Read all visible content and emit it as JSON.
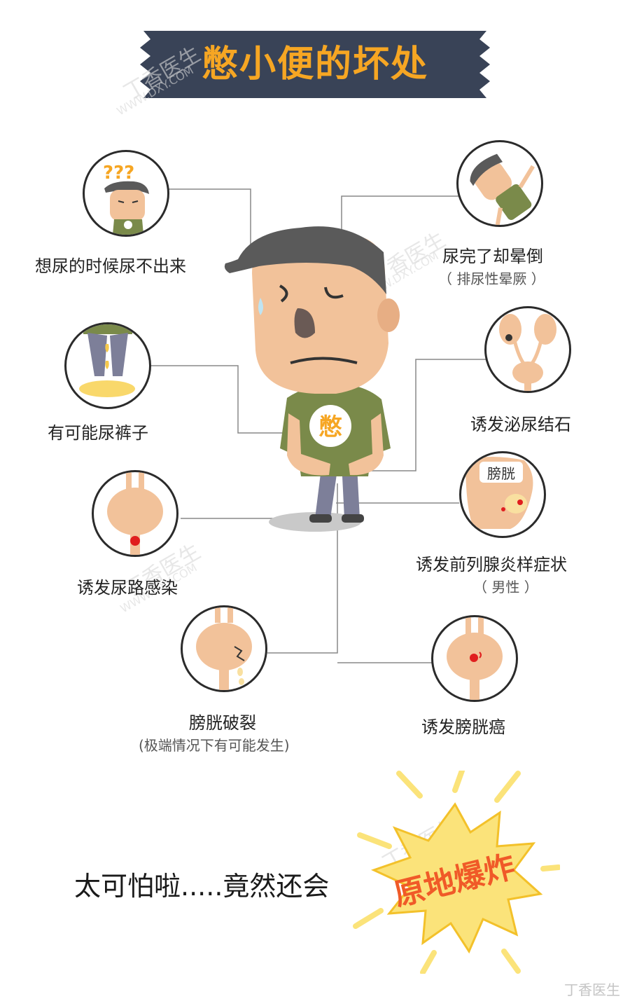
{
  "title": "憋小便的坏处",
  "center_badge": "憋",
  "items": [
    {
      "label": "想尿的时候尿不出来",
      "note": ""
    },
    {
      "label": "尿完了却晕倒",
      "note": "（ 排尿性晕厥 ）"
    },
    {
      "label": "有可能尿裤子",
      "note": ""
    },
    {
      "label": "诱发泌尿结石",
      "note": ""
    },
    {
      "label": "诱发前列腺炎样症状",
      "note": "（ 男性 ）"
    },
    {
      "label": "诱发尿路感染",
      "note": ""
    },
    {
      "label": "膀胱破裂",
      "note": "(极端情况下有可能发生)"
    },
    {
      "label": "诱发膀胱癌",
      "note": ""
    }
  ],
  "bladder_tag": "膀胱",
  "bottom_text": "太可怕啦.....竟然还会",
  "burst_text": "原地爆炸",
  "question_marks": "???",
  "watermarks": {
    "brand": "丁香医生",
    "site": "WWW.DXY.COM"
  },
  "corner_logo": "丁香医生",
  "colors": {
    "banner": "#394357",
    "title": "#f6a623",
    "burst": "#fbe37a",
    "burst_text": "#f05a28",
    "skin": "#f2c29a",
    "shirt": "#7a8a4a",
    "hair": "#5a5a5a"
  }
}
